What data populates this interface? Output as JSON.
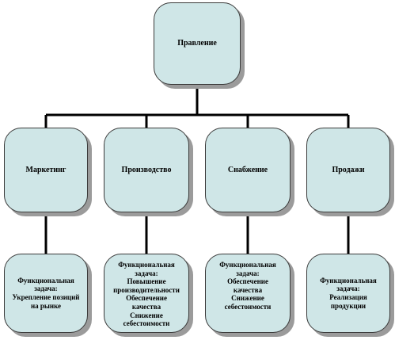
{
  "root": {
    "label": "Правление"
  },
  "departments": [
    {
      "label": "Маркетинг",
      "task": {
        "lines": [
          "Функциональная",
          "задача:",
          "Укрепление позиций",
          "на рынке"
        ]
      }
    },
    {
      "label": "Производство",
      "task": {
        "lines": [
          "Функциональная",
          "задача:",
          "Повышение",
          "производительности",
          "Обеспечение",
          "качества",
          "Снижение",
          "себестоимости"
        ]
      }
    },
    {
      "label": "Снабжение",
      "task": {
        "lines": [
          "Функциональная",
          "задача:",
          "Обеспечение",
          "качества",
          "Снижение",
          "себестоимости"
        ]
      }
    },
    {
      "label": "Продажи",
      "task": {
        "lines": [
          "Функциональная",
          "задача:",
          "Реализация",
          "продукции"
        ]
      }
    }
  ],
  "colors": {
    "node_fill": "#cfe6e7",
    "node_border": "#3a3a3a",
    "shadow": "#9b9b9b",
    "connector": "#000000"
  }
}
